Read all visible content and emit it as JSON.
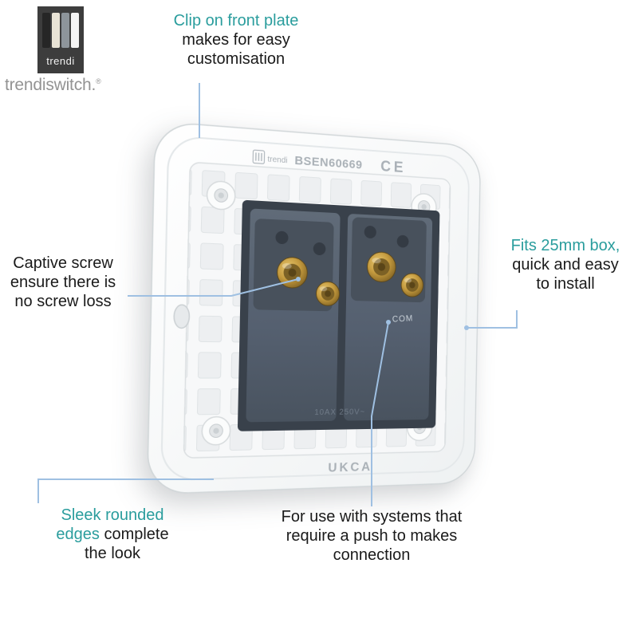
{
  "brand": {
    "square_label": "trendi",
    "wordmark": "trendiswitch.",
    "reg": "®"
  },
  "callouts": {
    "top": {
      "l1": "Clip on front plate",
      "l2": "makes for easy",
      "l3": "customisation"
    },
    "left": {
      "l1": "Captive screw",
      "l2": "ensure there is",
      "l3": "no screw loss"
    },
    "right": {
      "l1": "Fits 25mm box,",
      "l2": "quick and easy",
      "l3": "to install"
    },
    "bottom_left": {
      "l1": "Sleek rounded",
      "l2_teal": "edges",
      "l2_rest": "complete",
      "l3": "the look"
    },
    "bottom_center": {
      "l1": "For use with systems that",
      "l2": "require a push to makes",
      "l3": "connection"
    }
  },
  "product": {
    "markings": {
      "standard": "BSEN60669",
      "ce_mark": "CE",
      "ukca_mark": "UKCA",
      "plate_logo": "trendi",
      "module_label_com": "COM",
      "module_rating": "10AX 250V~"
    }
  },
  "colors": {
    "accent_teal": "#2a9d9d",
    "callout_line": "#9fc0e2",
    "wordmark_gray": "#939393",
    "plate_white": "#f7f8f9",
    "module_gray": "#545f6b",
    "terminal_brass": "#c49a3e"
  }
}
